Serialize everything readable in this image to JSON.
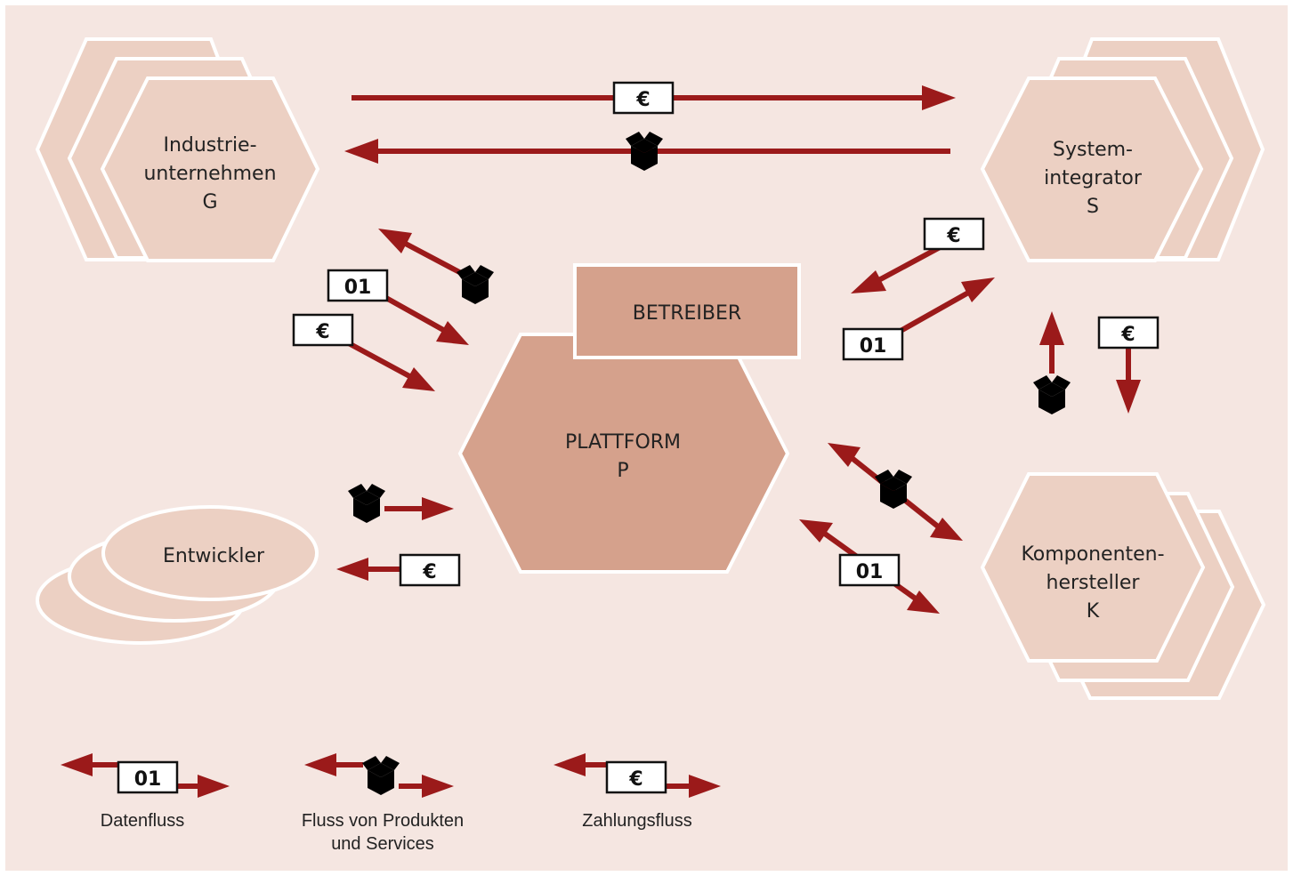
{
  "diagram": {
    "background": "#f5e6e1",
    "accent_arrow": "#9b1a1a",
    "node_fill": "#ecd0c3",
    "platform_fill": "#d5a18c",
    "nodes": {
      "industrie": {
        "line1": "Industrie-",
        "line2": "unternehmen",
        "line3": "G"
      },
      "system": {
        "line1": "System-",
        "line2": "integrator",
        "line3": "S"
      },
      "platform": {
        "line1": "PLATTFORM",
        "line2": "P"
      },
      "betreiber": {
        "label": "BETREIBER"
      },
      "entwickler": {
        "label": "Entwickler"
      },
      "komponenten": {
        "line1": "Komponenten-",
        "line2": "hersteller",
        "line3": "K"
      }
    },
    "tags": {
      "euro": "€",
      "data": "01"
    },
    "icons": {
      "payment": "euro-sign",
      "product": "box-icon",
      "data": "binary-data"
    },
    "legend": {
      "data_flow": "Datenfluss",
      "product_flow_line1": "Fluss von Produkten",
      "product_flow_line2": "und Services",
      "payment_flow": "Zahlungsfluss"
    }
  }
}
